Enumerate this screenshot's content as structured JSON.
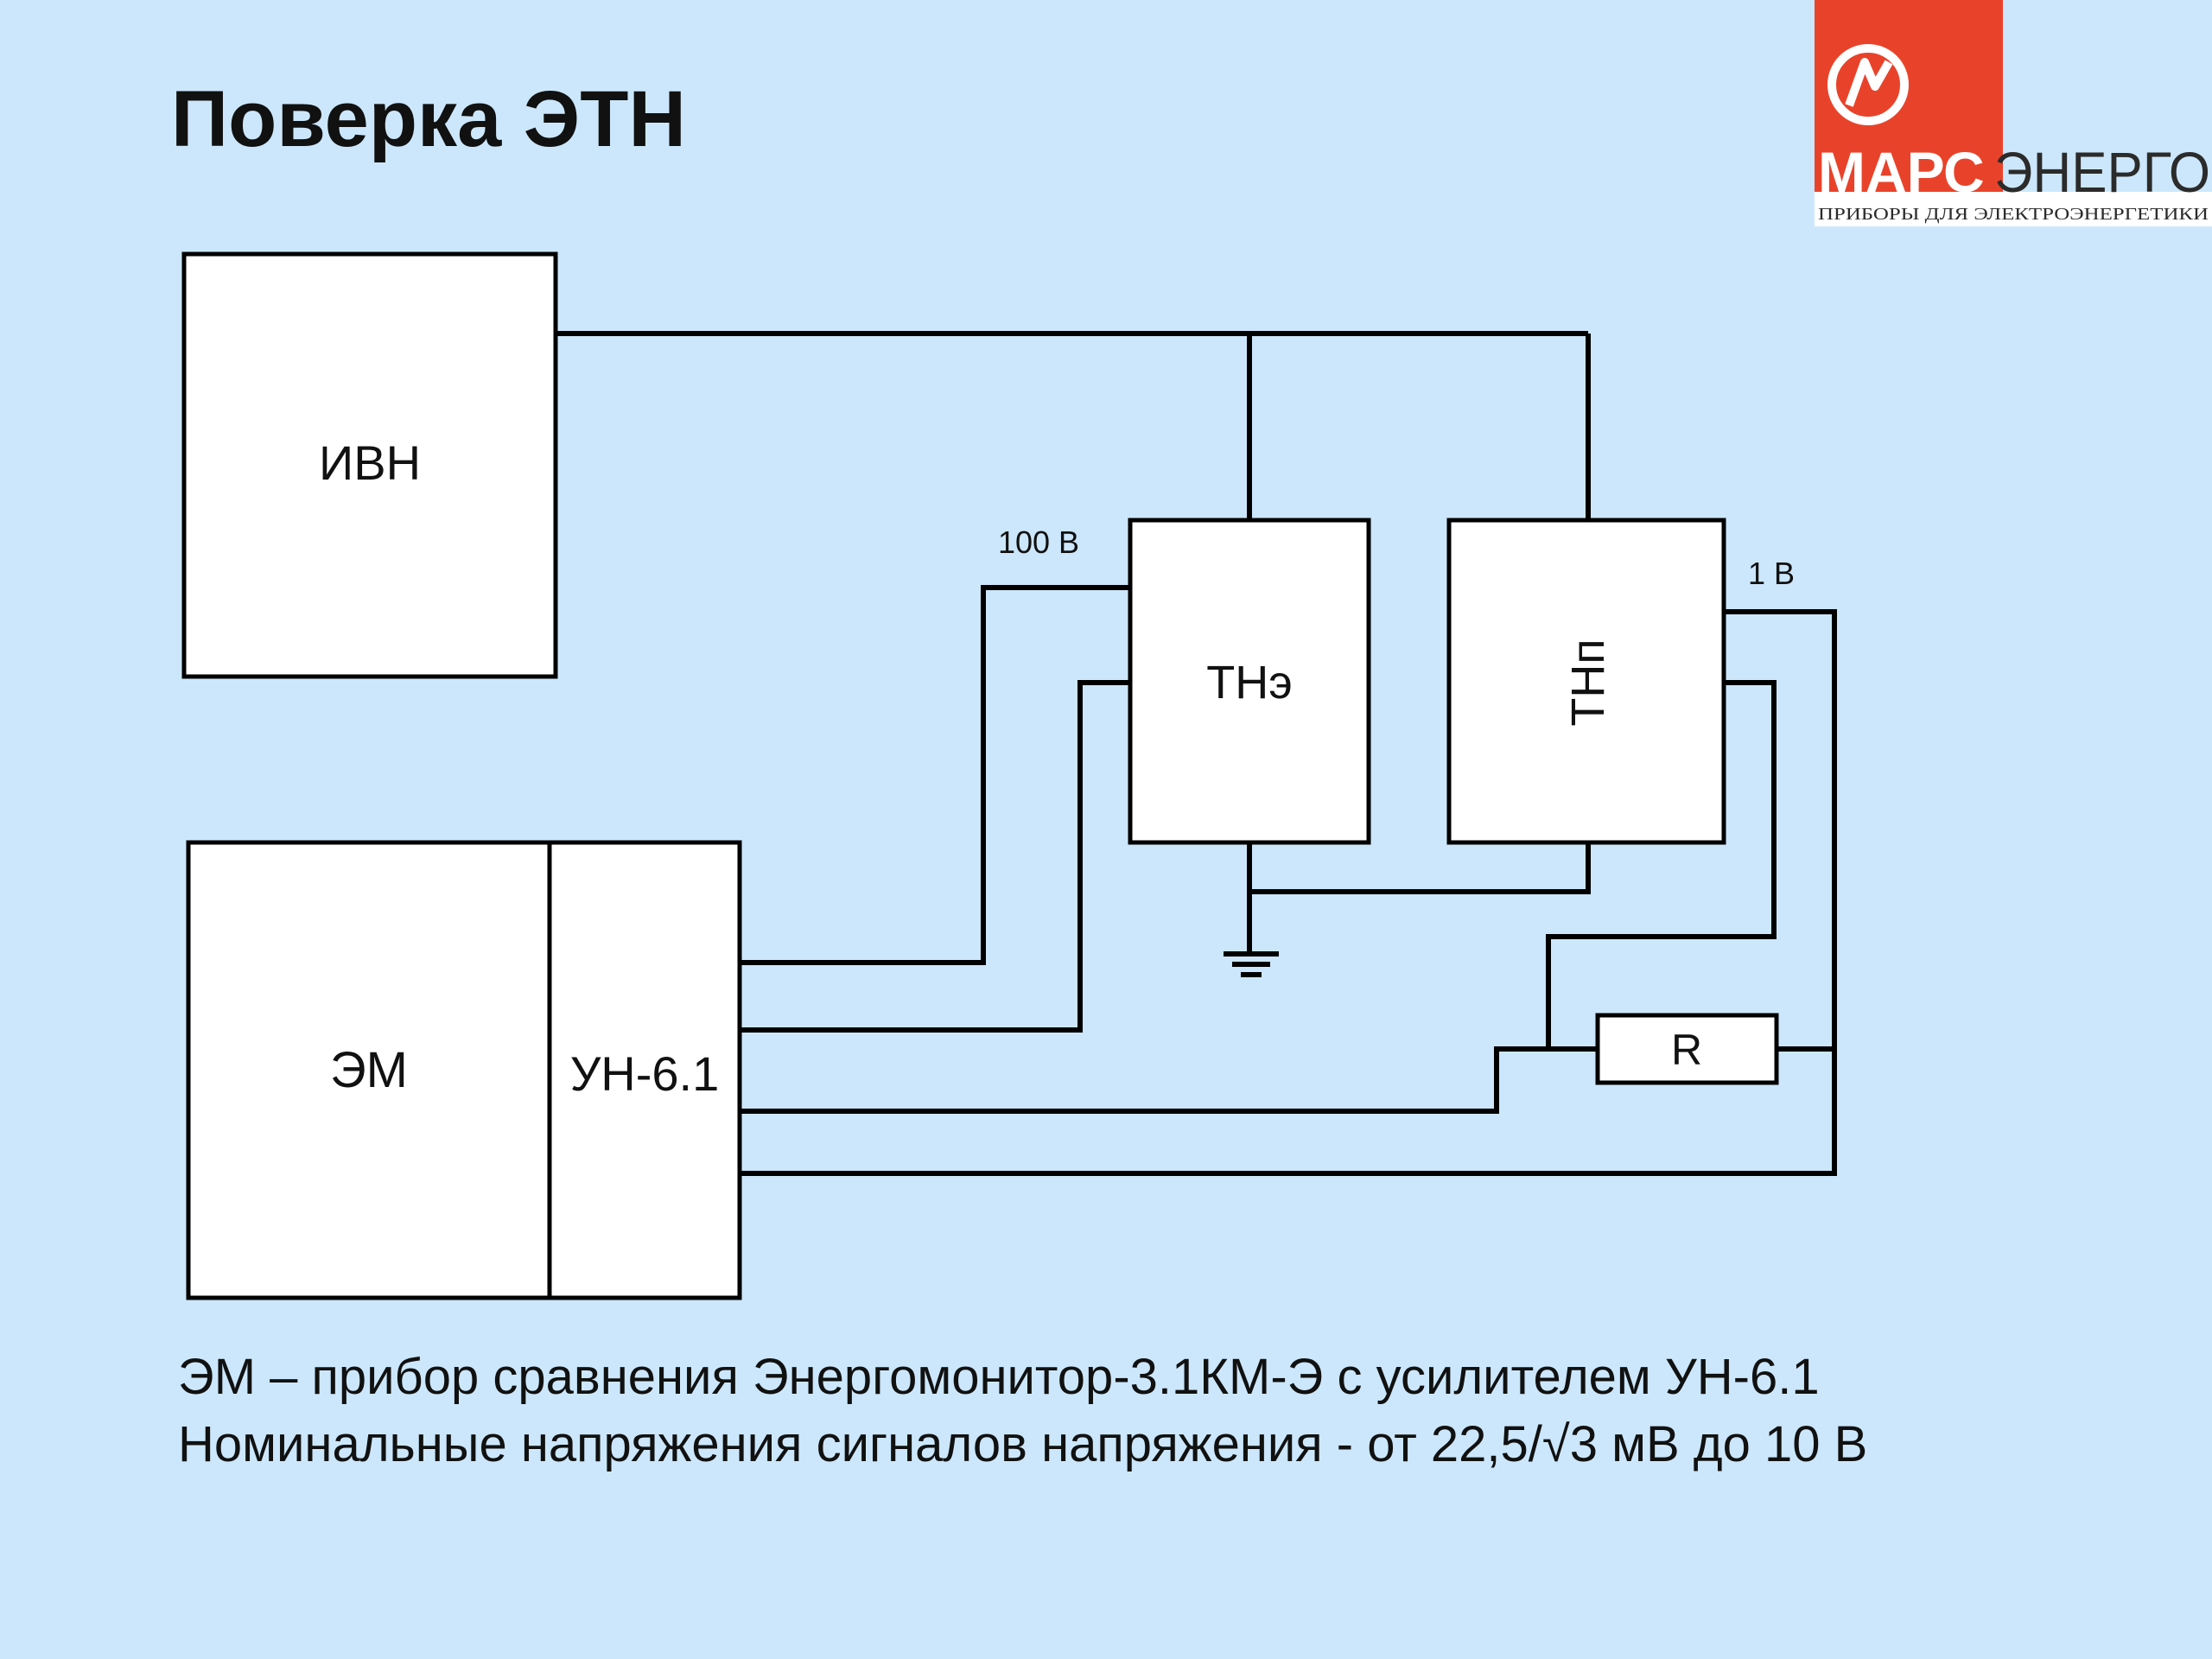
{
  "title": "Поверка ЭТН",
  "logo": {
    "brand_left": "МАРС",
    "brand_right": "ЭНЕРГО",
    "tagline": "ПРИБОРЫ ДЛЯ ЭЛЕКТРОЭНЕРГЕТИКИ",
    "colors": {
      "red": "#e8432a",
      "white": "#ffffff",
      "dark": "#2b2b2b"
    }
  },
  "diagram": {
    "blocks": {
      "ivn": "ИВН",
      "the": "ТНэ",
      "thp": "ТНп",
      "em": "ЭМ",
      "un": "УН-6.1",
      "r": "R"
    },
    "labels": {
      "v100": "100 В",
      "v1": "1 В"
    },
    "colors": {
      "line": "#000000",
      "box": "#ffffff"
    }
  },
  "caption": {
    "line1": "ЭМ – прибор сравнения Энергомонитор-3.1КМ-Э с усилителем УН-6.1",
    "line2": "Номинальные напряжения сигналов напряжения - от 22,5/√3 мВ до 10 В"
  }
}
